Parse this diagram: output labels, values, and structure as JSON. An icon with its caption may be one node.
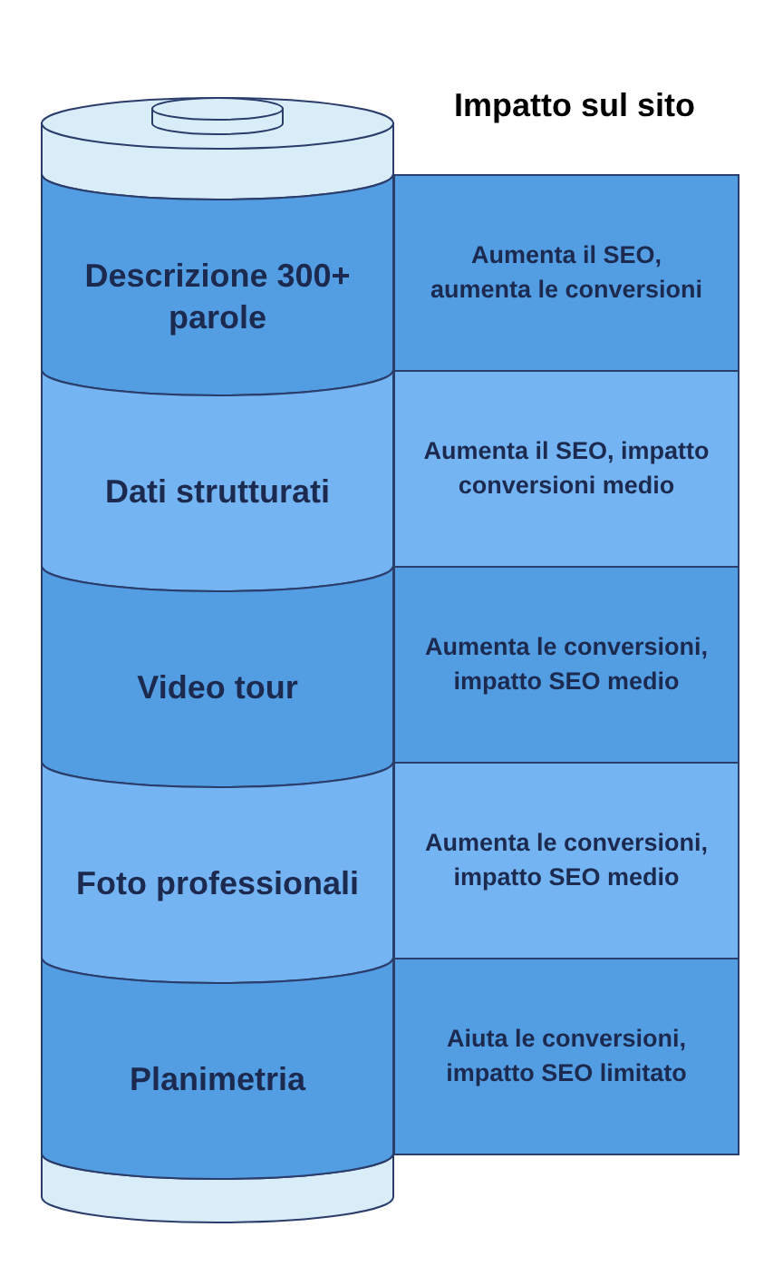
{
  "diagram": {
    "title": "Impatto sul sito",
    "nodes": [
      {
        "text": [
          "Descrizione 300+ parole"
        ]
      },
      {
        "text": [
          "Aumenta il SEO, aumenta le conversioni"
        ]
      },
      {
        "text": [
          "Dati strutturati"
        ]
      },
      {
        "text": [
          "Aumenta il SEO, impatto conversioni medio"
        ]
      },
      {
        "text": [
          "Video tour"
        ]
      },
      {
        "text": [
          "Aumenta le conversioni, impatto SEO medio"
        ]
      },
      {
        "text": [
          "Foto professionali"
        ]
      },
      {
        "text": [
          "Aumenta le conversioni, impatto SEO medio"
        ]
      },
      {
        "text": [
          "Planimetria"
        ]
      },
      {
        "text": [
          "Aiuta le conversioni, impatto SEO limitato"
        ]
      }
    ],
    "edges": []
  }
}
